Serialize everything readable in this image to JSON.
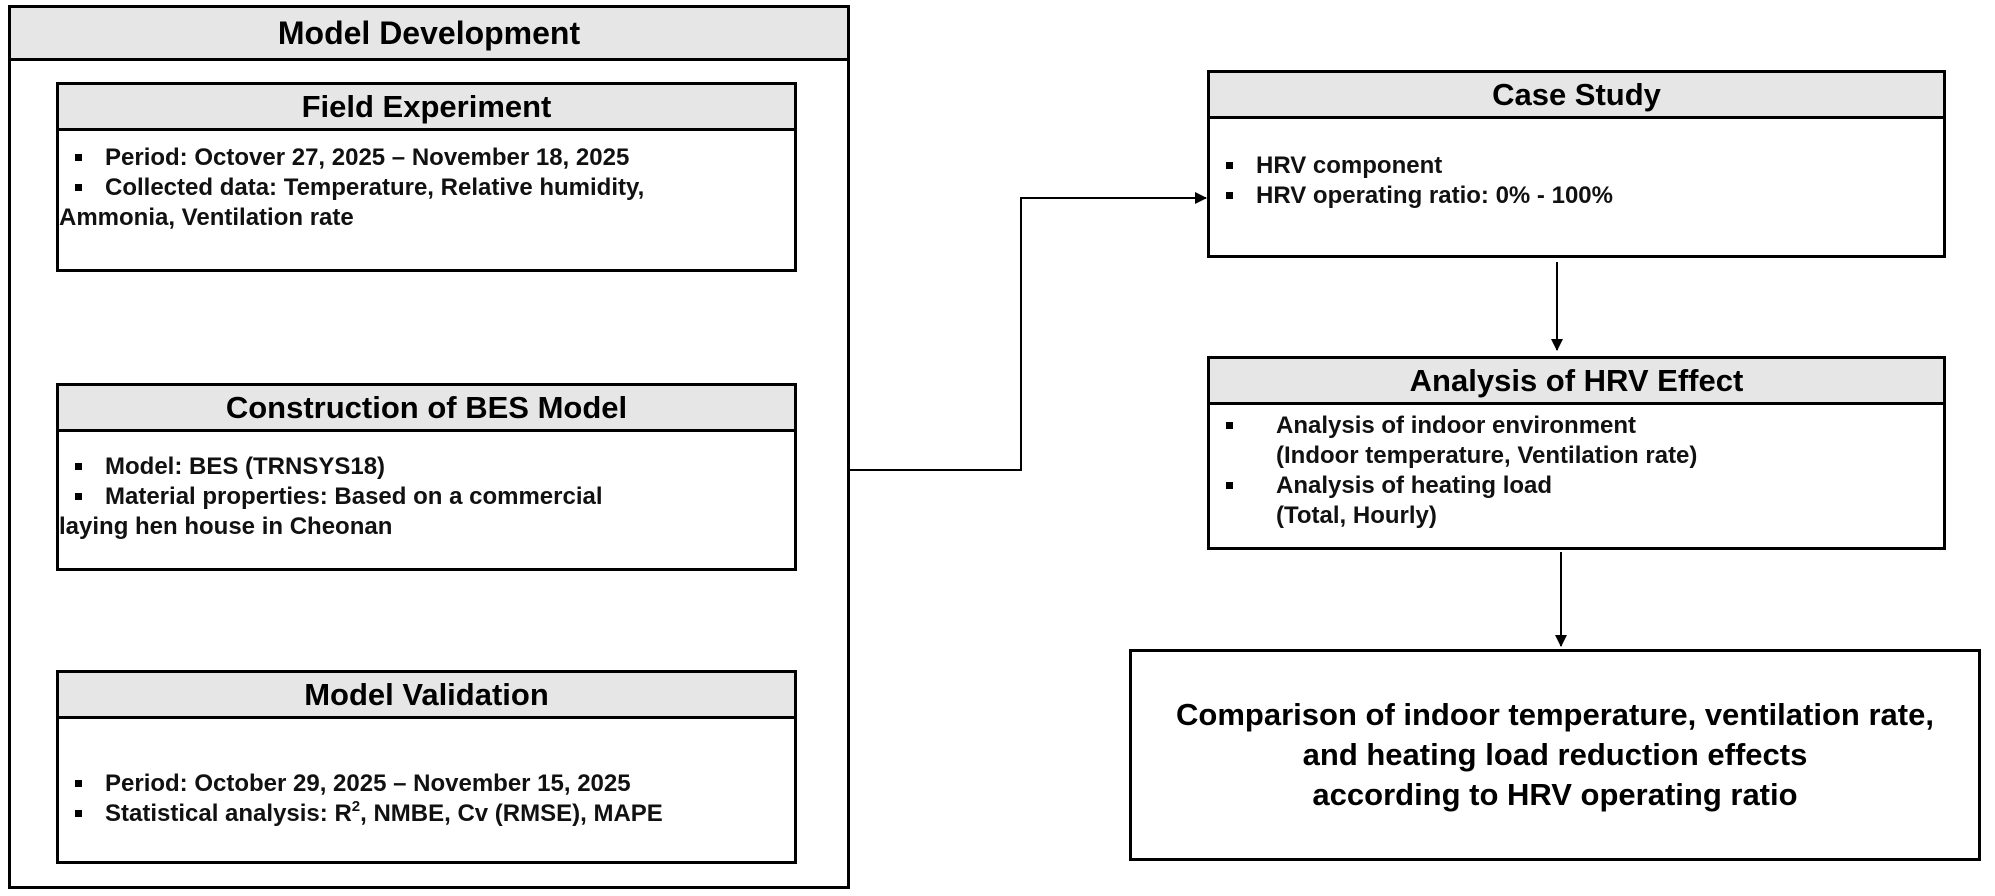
{
  "outer": {
    "title": "Model Development"
  },
  "field_experiment": {
    "title": "Field Experiment",
    "items": [
      "Period: Octover 27, 2025 – November 18, 2025",
      "Collected data: Temperature, Relative humidity,",
      "Ammonia, Ventilation rate"
    ]
  },
  "bes_model": {
    "title": "Construction of BES Model",
    "items": [
      "Model: BES (TRNSYS18)",
      "Material properties: Based on a commercial",
      "laying hen house in Cheonan"
    ]
  },
  "validation": {
    "title": "Model Validation",
    "items": [
      "Period: October 29, 2025 – November 15, 2025",
      "Statistical analysis: R",
      "2",
      ", NMBE, Cv (RMSE), MAPE"
    ]
  },
  "case_study": {
    "title": "Case Study",
    "items": [
      "HRV component",
      "HRV operating ratio: 0% - 100%"
    ]
  },
  "hrv_effect": {
    "title": "Analysis of HRV Effect",
    "items": [
      "Analysis of indoor environment",
      "(Indoor temperature, Ventilation rate)",
      "Analysis of heating load",
      "(Total, Hourly)"
    ]
  },
  "comparison": {
    "lines": [
      "Comparison of indoor temperature, ventilation rate,",
      "and heating load reduction effects",
      "according to HRV operating ratio"
    ]
  }
}
